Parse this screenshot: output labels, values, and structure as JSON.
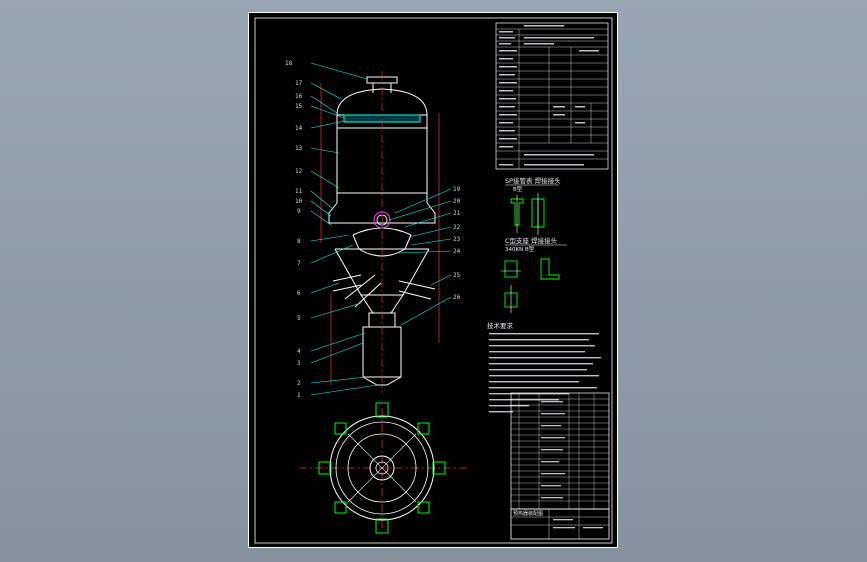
{
  "canvas": {
    "background": "#8e9ba8",
    "sheet_color": "#000000"
  },
  "colors": {
    "vessel": "#ffffff",
    "leader": "#00ffff",
    "centerline": "#ff3030",
    "dim": "#ff3030",
    "support": "#00ff00",
    "text": "#cfd8e3",
    "border": "#ffffff"
  },
  "callouts_left": [
    "18",
    "17",
    "16",
    "15",
    "14",
    "13",
    "12",
    "11",
    "10",
    "9",
    "8",
    "7",
    "6",
    "5",
    "4",
    "3",
    "2",
    "1"
  ],
  "callouts_right": [
    "19",
    "20",
    "21",
    "22",
    "23",
    "24",
    "25",
    "26"
  ],
  "sections": {
    "sp_title": "SP接管表  焊接接头",
    "sp_sub": "B型",
    "c2_title": "C型支座  焊接接头",
    "c2_sub": "340KN  B型"
  },
  "notes_title": "技术要求",
  "title_block": {
    "drawing_name": "预热器装配图"
  }
}
